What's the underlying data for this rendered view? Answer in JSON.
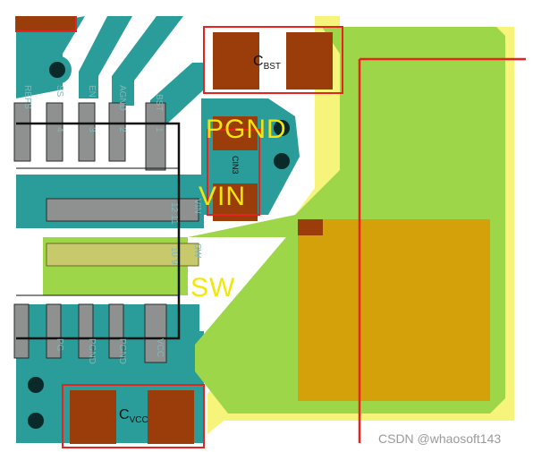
{
  "capacitors": {
    "cbst": {
      "prefix": "C",
      "sub": "BST"
    },
    "cvcc": {
      "prefix": "C",
      "sub": "VCC"
    },
    "cin": "CIN3"
  },
  "nets": {
    "pgnd": "PGND",
    "vin": "VIN",
    "sw": "SW"
  },
  "pins": {
    "top": [
      "REFS",
      "SS",
      "EN",
      "AGND",
      "BST"
    ],
    "top_numbers": [
      "4",
      "3",
      "2",
      "1"
    ],
    "right": [
      "VIN",
      "SW"
    ],
    "right_numbers": [
      "12",
      "11",
      "10",
      "9"
    ],
    "bottom": [
      "PG",
      "PGND",
      "PGND",
      "VCC"
    ]
  },
  "colors": {
    "copper_teal": "#2a9d9a",
    "pad_brown": "#9a3d0a",
    "pad_gray": "#8f9190",
    "outline_red": "#e8231d",
    "pour_green": "#9ed64a",
    "pour_yellow": "#f6f47a",
    "pad_gold": "#d4a10a",
    "label_yellow": "#f5e60a"
  },
  "watermark": "CSDN @whaosoft143"
}
